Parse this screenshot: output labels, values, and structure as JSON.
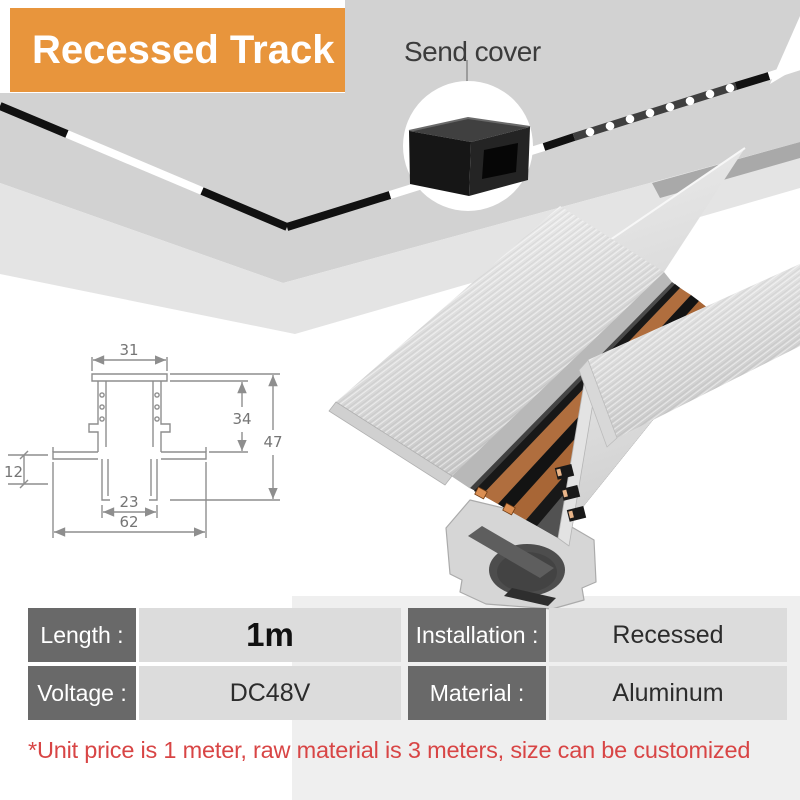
{
  "title_banner": {
    "label": "Recessed Track",
    "bg_color": "#E8953C"
  },
  "callout": {
    "label": "Send cover"
  },
  "ceiling_graphic": {
    "surface_color": "#D2D2D2",
    "track_dot_count": 8,
    "track_colors": {
      "housing": "#111111",
      "led_module": "#3F3F3F",
      "channel_gap": "#FFFFFF"
    }
  },
  "tech_drawing": {
    "dim_top_width": "31",
    "dim_inner_height": "34",
    "dim_total_height": "47",
    "dim_flange_height": "12",
    "dim_opening_width": "23",
    "dim_total_width": "62",
    "line_color": "#8E8E8E",
    "text_color": "#757575"
  },
  "render": {
    "copper_color": "#B06E3E",
    "aluminum_color": "#D9D9D9"
  },
  "spec_table": {
    "cells": [
      {
        "label": "Length :",
        "value": "1m"
      },
      {
        "label": "Installation :",
        "value": "Recessed"
      },
      {
        "label": "Voltage :",
        "value": "DC48V"
      },
      {
        "label": "Material :",
        "value": "Aluminum"
      }
    ]
  },
  "footnote": {
    "text": "*Unit price is 1 meter, raw material is 3 meters, size can be customized",
    "color": "#D84545"
  }
}
